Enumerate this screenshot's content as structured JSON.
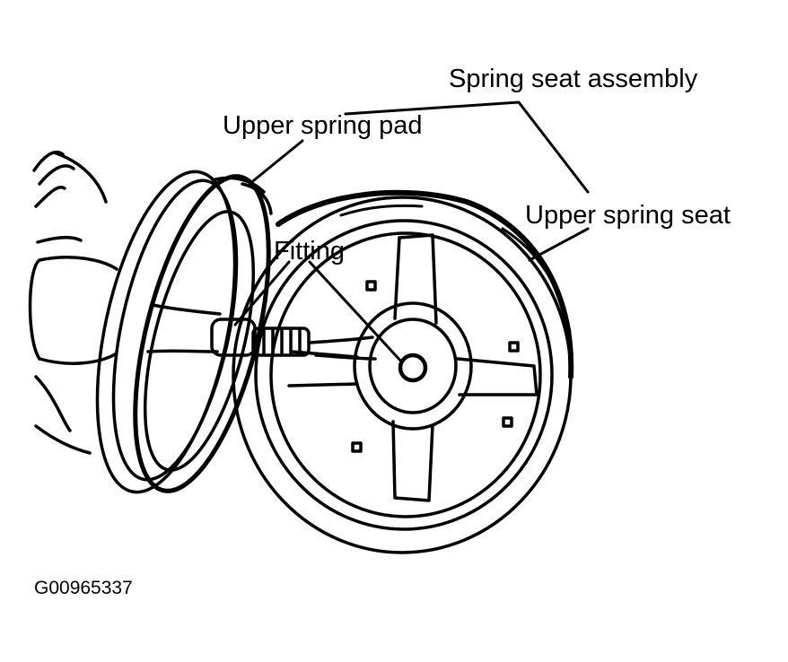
{
  "labels": {
    "spring_seat_assembly": "Spring seat assembly",
    "upper_spring_pad": "Upper spring pad",
    "upper_spring_seat": "Upper spring seat",
    "fitting": "Fitting"
  },
  "figure_id": "G00965337",
  "colors": {
    "ink": "#000000",
    "paper": "#ffffff"
  }
}
